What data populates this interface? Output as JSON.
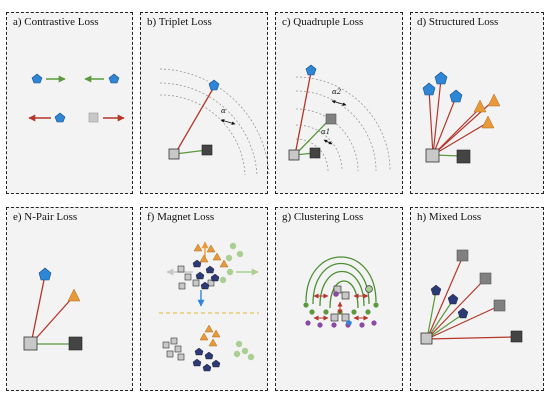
{
  "panels": [
    {
      "title": "a) Contrastive Loss"
    },
    {
      "title": "b) Triplet Loss",
      "margin_label": "α"
    },
    {
      "title": "c) Quadruple Loss",
      "margin_label_1": "α2",
      "margin_label_2": "α1"
    },
    {
      "title": "d) Structured Loss"
    },
    {
      "title": "e) N-Pair Loss"
    },
    {
      "title": "f) Magnet Loss"
    },
    {
      "title": "g) Clustering Loss"
    },
    {
      "title": "h) Mixed Loss"
    }
  ],
  "colors": {
    "blue": "#2e86d6",
    "orange": "#e89a3a",
    "green": "#5a9a3c",
    "red": "#b5362a",
    "gray_light": "#c8c8c8",
    "gray_dark": "#444444",
    "gray_mid": "#808080",
    "navy": "#2d3a78",
    "light_green": "#a9cf93"
  }
}
